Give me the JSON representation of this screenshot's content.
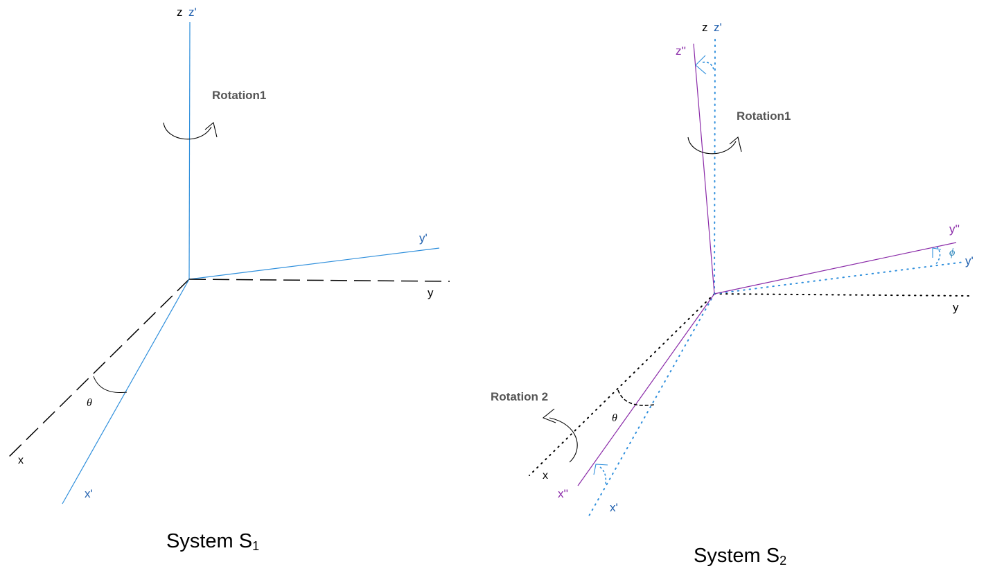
{
  "colors": {
    "black": "#000000",
    "blue": "#2f8fdc",
    "blue_text": "#1f5fae",
    "purple": "#8a2aa8",
    "gray_text": "#555555",
    "phi": "#1e7fb8"
  },
  "s1": {
    "label_z": "z",
    "label_zp": "z'",
    "label_yp": "y'",
    "label_y": "y",
    "label_x": "x",
    "label_xp": "x'",
    "rotation1": "Rotation1",
    "theta": "θ",
    "system_main": "System S",
    "system_sub": "1"
  },
  "s2": {
    "label_z": "z",
    "label_zp": "z'",
    "label_zpp": "z''",
    "label_ypp": "y''",
    "label_yp": "y'",
    "label_y": "y",
    "label_x": "x",
    "label_xpp": "x''",
    "label_xp": "x'",
    "rotation1": "Rotation1",
    "rotation2": "Rotation 2",
    "theta": "θ",
    "phi": "ϕ",
    "system_main": "System S",
    "system_sub": "2"
  }
}
